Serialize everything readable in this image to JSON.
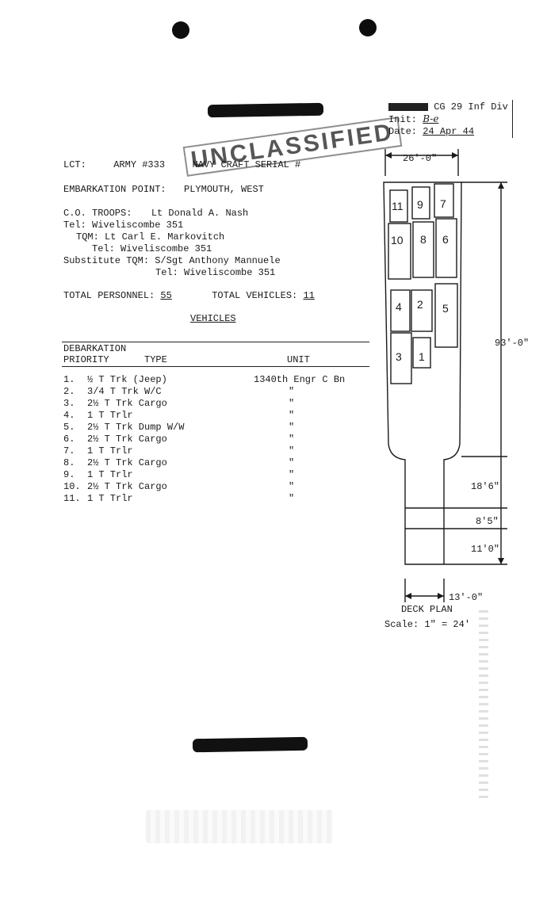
{
  "header_box": {
    "initial_label": "Init:",
    "initial_value": "B-e",
    "date_label": "Date:",
    "date_value": "24 Apr 44",
    "from_fragment": "CG 29 Inf Div"
  },
  "stamp_text": "UNCLASSIFIED",
  "lct": {
    "label": "LCT:",
    "army_value": "ARMY #333",
    "navy_label": "NAVY CRAFT SERIAL #"
  },
  "embarkation": {
    "label": "EMBARKATION POINT:",
    "value": "PLYMOUTH, WEST"
  },
  "personnel": {
    "co_label": "C.O. TROOPS:",
    "co_value": "Lt Donald A. Nash",
    "co_tel_label": "Tel:",
    "co_tel_value": "Wiveliscombe 351",
    "tqm_label": "TQM:",
    "tqm_value": "Lt Carl E. Markovitch",
    "tqm_tel_label": "Tel:",
    "tqm_tel_value": "Wiveliscombe 351",
    "sub_label": "Substitute TQM:",
    "sub_value": "S/Sgt Anthony Mannuele",
    "sub_tel_label": "Tel:",
    "sub_tel_value": "Wiveliscombe 351"
  },
  "totals": {
    "personnel_label": "TOTAL PERSONNEL:",
    "personnel_value": "55",
    "vehicles_label": "TOTAL VEHICLES:",
    "vehicles_value": "11"
  },
  "vehicles_heading": "VEHICLES",
  "table_header": {
    "col1_line1": "DEBARKATION",
    "col1_line2": "PRIORITY",
    "col2": "TYPE",
    "col3": "UNIT"
  },
  "vehicles": [
    {
      "no": "1.",
      "type": "½ T Trk (Jeep)",
      "unit": "1340th Engr C Bn"
    },
    {
      "no": "2.",
      "type": "3/4 T Trk W/C",
      "unit": "\""
    },
    {
      "no": "3.",
      "type": "2½ T Trk Cargo",
      "unit": "\""
    },
    {
      "no": "4.",
      "type": "1 T Trlr",
      "unit": "\""
    },
    {
      "no": "5.",
      "type": "2½ T Trk Dump W/W",
      "unit": "\""
    },
    {
      "no": "6.",
      "type": "2½ T Trk Cargo",
      "unit": "\""
    },
    {
      "no": "7.",
      "type": "1 T Trlr",
      "unit": "\""
    },
    {
      "no": "8.",
      "type": "2½ T Trk Cargo",
      "unit": "\""
    },
    {
      "no": "9.",
      "type": "1 T Trlr",
      "unit": "\""
    },
    {
      "no": "10.",
      "type": "2½ T Trk Cargo",
      "unit": "\""
    },
    {
      "no": "11.",
      "type": "1 T Trlr",
      "unit": "\""
    }
  ],
  "deck_plan": {
    "beam": "26'-0\"",
    "length": "93'-0\"",
    "ramp_section_1": "18'6\"",
    "ramp_section_2": "8'5\"",
    "ramp_section_3": "11'0\"",
    "ramp_width": "13'-0\"",
    "title": "DECK PLAN",
    "scale": "Scale: 1\" = 24'",
    "slots": [
      "1",
      "2",
      "3",
      "4",
      "5",
      "6",
      "7",
      "8",
      "9",
      "10",
      "11"
    ]
  }
}
